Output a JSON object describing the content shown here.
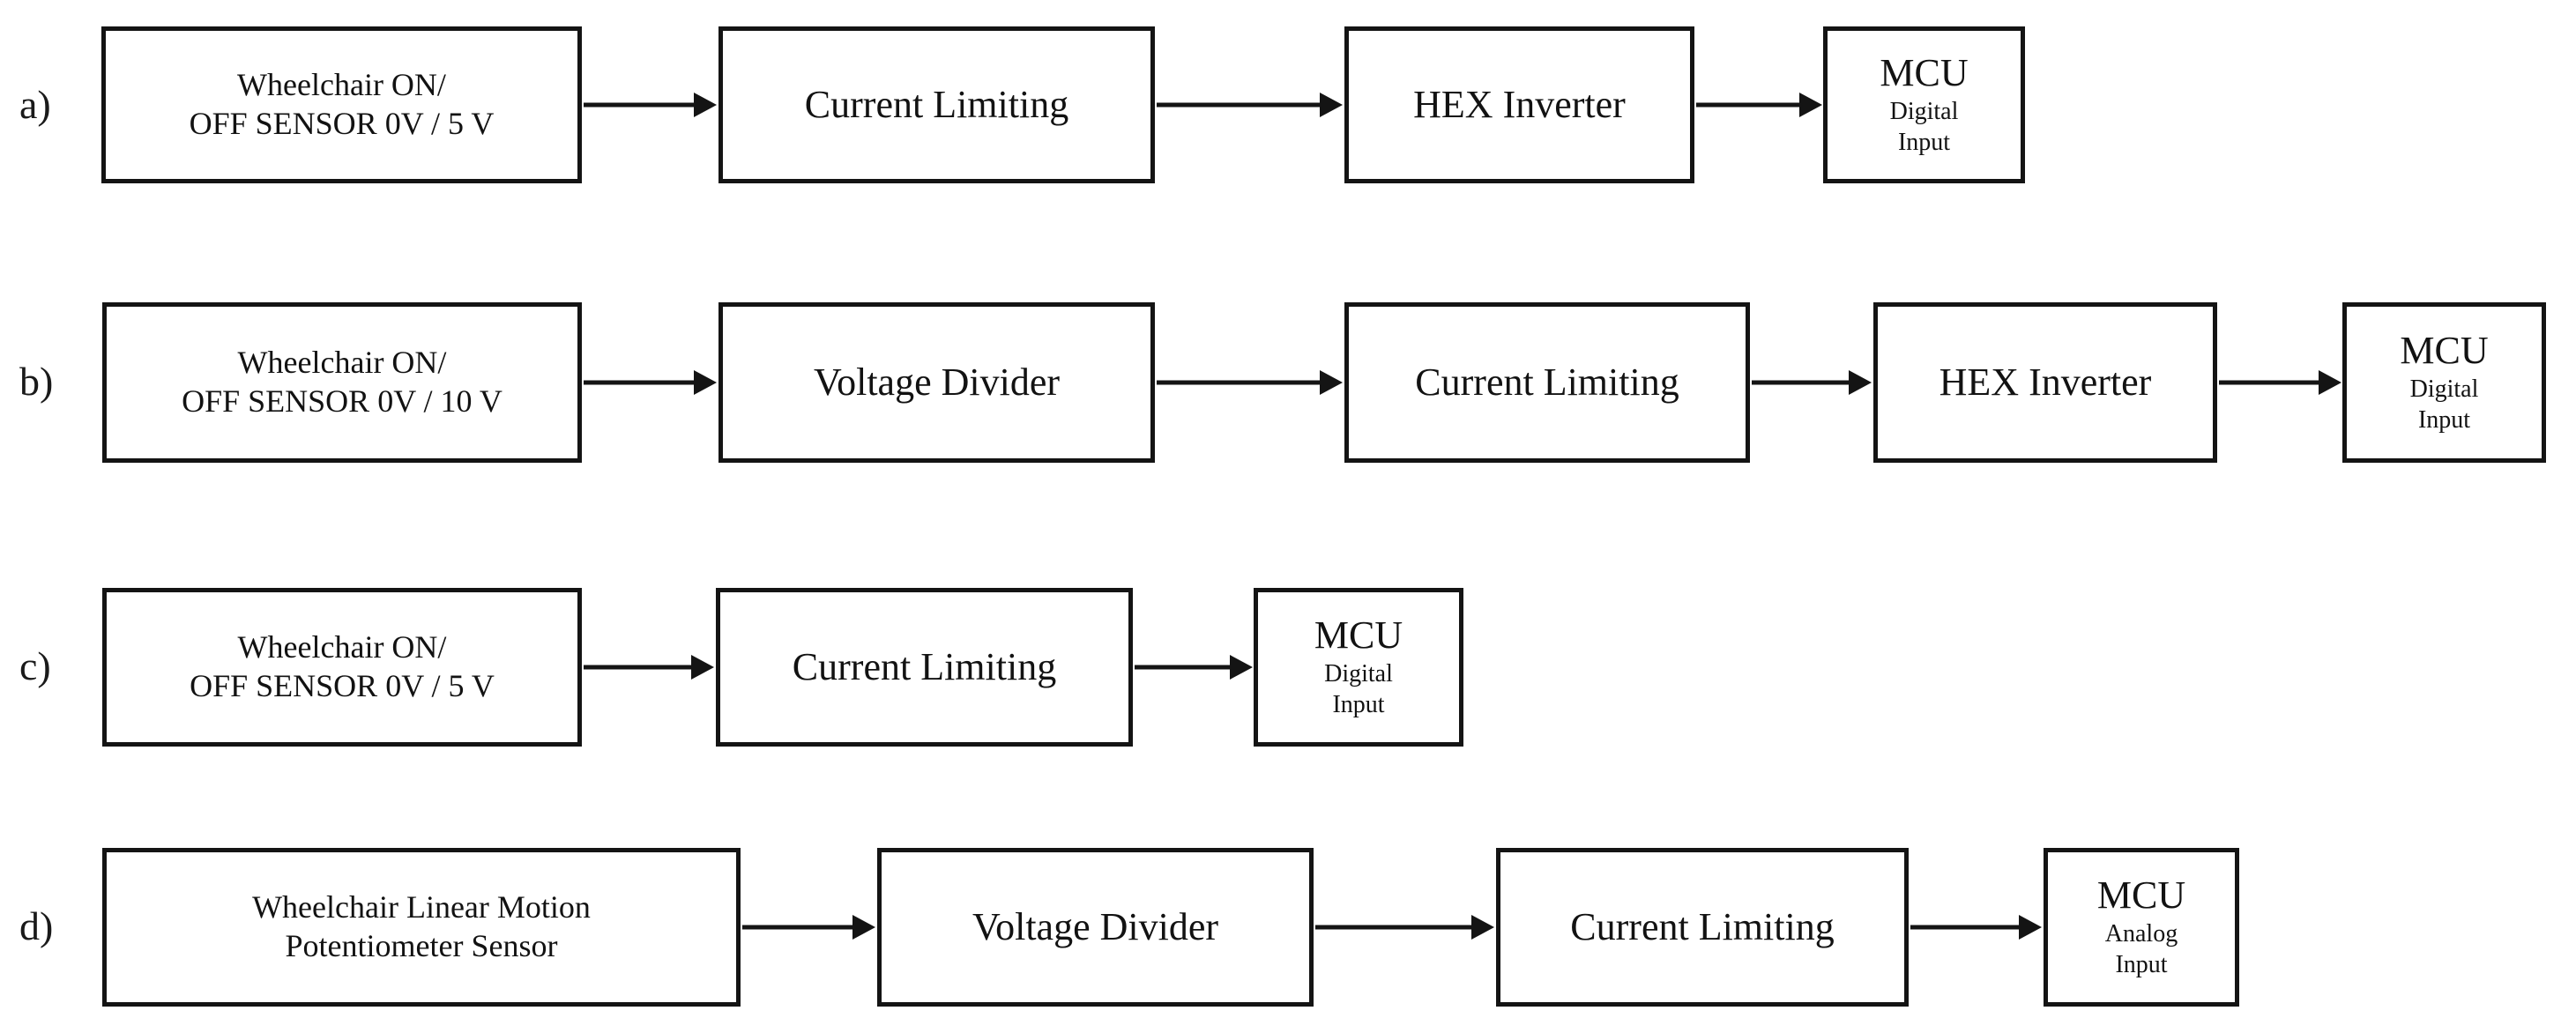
{
  "figure": {
    "type": "signal-conditioning-block-diagram",
    "rows": [
      {
        "label": "a)",
        "blocks": [
          {
            "kind": "sensor",
            "lines": [
              "Wheelchair ON/",
              "OFF SENSOR 0V / 5 V"
            ]
          },
          {
            "kind": "stage",
            "lines": [
              "Current Limiting"
            ]
          },
          {
            "kind": "stage",
            "lines": [
              "HEX Inverter"
            ]
          },
          {
            "kind": "mcu",
            "title": "MCU",
            "sub": [
              "Digital",
              "Input"
            ]
          }
        ]
      },
      {
        "label": "b)",
        "blocks": [
          {
            "kind": "sensor",
            "lines": [
              "Wheelchair ON/",
              "OFF SENSOR 0V / 10 V"
            ]
          },
          {
            "kind": "stage",
            "lines": [
              "Voltage Divider"
            ]
          },
          {
            "kind": "stage",
            "lines": [
              "Current Limiting"
            ]
          },
          {
            "kind": "stage",
            "lines": [
              "HEX Inverter"
            ]
          },
          {
            "kind": "mcu",
            "title": "MCU",
            "sub": [
              "Digital",
              "Input"
            ]
          }
        ]
      },
      {
        "label": "c)",
        "blocks": [
          {
            "kind": "sensor",
            "lines": [
              "Wheelchair ON/",
              "OFF SENSOR 0V / 5 V"
            ]
          },
          {
            "kind": "stage",
            "lines": [
              "Current Limiting"
            ]
          },
          {
            "kind": "mcu",
            "title": "MCU",
            "sub": [
              "Digital",
              "Input"
            ]
          }
        ]
      },
      {
        "label": "d)",
        "blocks": [
          {
            "kind": "sensor",
            "lines": [
              "Wheelchair Linear Motion",
              "Potentiometer Sensor"
            ]
          },
          {
            "kind": "stage",
            "lines": [
              "Voltage Divider"
            ]
          },
          {
            "kind": "stage",
            "lines": [
              "Current Limiting"
            ]
          },
          {
            "kind": "mcu",
            "title": "MCU",
            "sub": [
              "Analog",
              "Input"
            ]
          }
        ]
      }
    ]
  },
  "rowA": {
    "label": "a)",
    "b0l0": "Wheelchair ON/",
    "b0l1": "OFF SENSOR 0V / 5 V",
    "b1l0": "Current Limiting",
    "b2l0": "HEX Inverter",
    "b3title": "MCU",
    "b3s0": "Digital",
    "b3s1": "Input"
  },
  "rowB": {
    "label": "b)",
    "b0l0": "Wheelchair ON/",
    "b0l1": "OFF SENSOR 0V / 10 V",
    "b1l0": "Voltage Divider",
    "b2l0": "Current Limiting",
    "b3l0": "HEX Inverter",
    "b4title": "MCU",
    "b4s0": "Digital",
    "b4s1": "Input"
  },
  "rowC": {
    "label": "c)",
    "b0l0": "Wheelchair ON/",
    "b0l1": "OFF SENSOR 0V / 5 V",
    "b1l0": "Current Limiting",
    "b2title": "MCU",
    "b2s0": "Digital",
    "b2s1": "Input"
  },
  "rowD": {
    "label": "d)",
    "b0l0": "Wheelchair Linear Motion",
    "b0l1": "Potentiometer Sensor",
    "b1l0": "Voltage Divider",
    "b2l0": "Current Limiting",
    "b3title": "MCU",
    "b3s0": "Analog",
    "b3s1": "Input"
  },
  "colors": {
    "stroke": "#141414",
    "background": "#ffffff",
    "text": "#121212"
  }
}
